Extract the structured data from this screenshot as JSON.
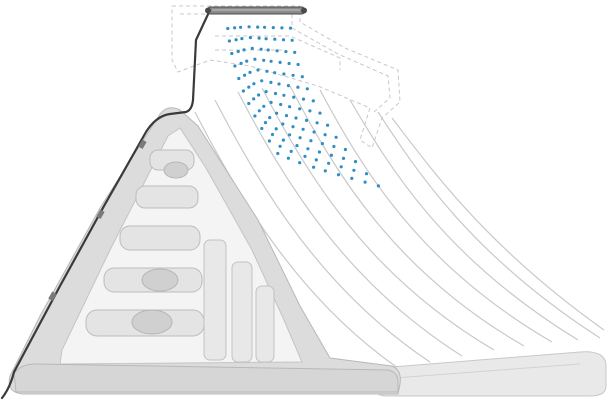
{
  "diagram": {
    "subject": "inflatable-water-slide-with-sprinkler-manifold",
    "colors": {
      "background": "#ffffff",
      "slide_fill": "#dcdcdc",
      "slide_fill_light": "#e9e9e9",
      "slide_outline": "#b8b8b8",
      "lane_line": "#c9c9c9",
      "frame_dashed": "#c8c8c8",
      "hose": "#3a3a3a",
      "manifold": "#6e6e6e",
      "water": "#2f8fc4"
    },
    "water_jets": [
      {
        "from_top": 0.15,
        "spread": 0.1,
        "drops": 11
      },
      {
        "from_top": 0.23,
        "spread": 0.12,
        "drops": 12
      },
      {
        "from_top": 0.3,
        "spread": 0.15,
        "drops": 13
      },
      {
        "from_top": 0.4,
        "spread": 0.18,
        "drops": 14
      },
      {
        "from_top": 0.5,
        "spread": 0.2,
        "drops": 14
      },
      {
        "from_top": 0.58,
        "spread": 0.24,
        "drops": 14
      },
      {
        "from_top": 0.68,
        "spread": 0.27,
        "drops": 14
      },
      {
        "from_top": 0.78,
        "spread": 0.3,
        "drops": 14
      },
      {
        "from_top": 0.88,
        "spread": 0.33,
        "drops": 14
      }
    ]
  }
}
